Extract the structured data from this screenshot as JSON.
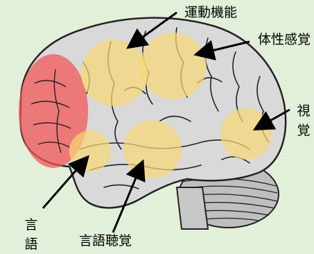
{
  "labels": {
    "motor": "運動機能",
    "somatosensory": "体性感覚",
    "visual": "視覚",
    "speech": "言語",
    "hearing": "言語聴覚"
  },
  "colors": {
    "background": "#e2f0d9",
    "brain_fill": "#d9d9d9",
    "brain_outline": "#222222",
    "highlight_yellow": "#f7d774",
    "highlight_red": "#f25757"
  },
  "icons": {
    "brain": "brain-illustration"
  }
}
